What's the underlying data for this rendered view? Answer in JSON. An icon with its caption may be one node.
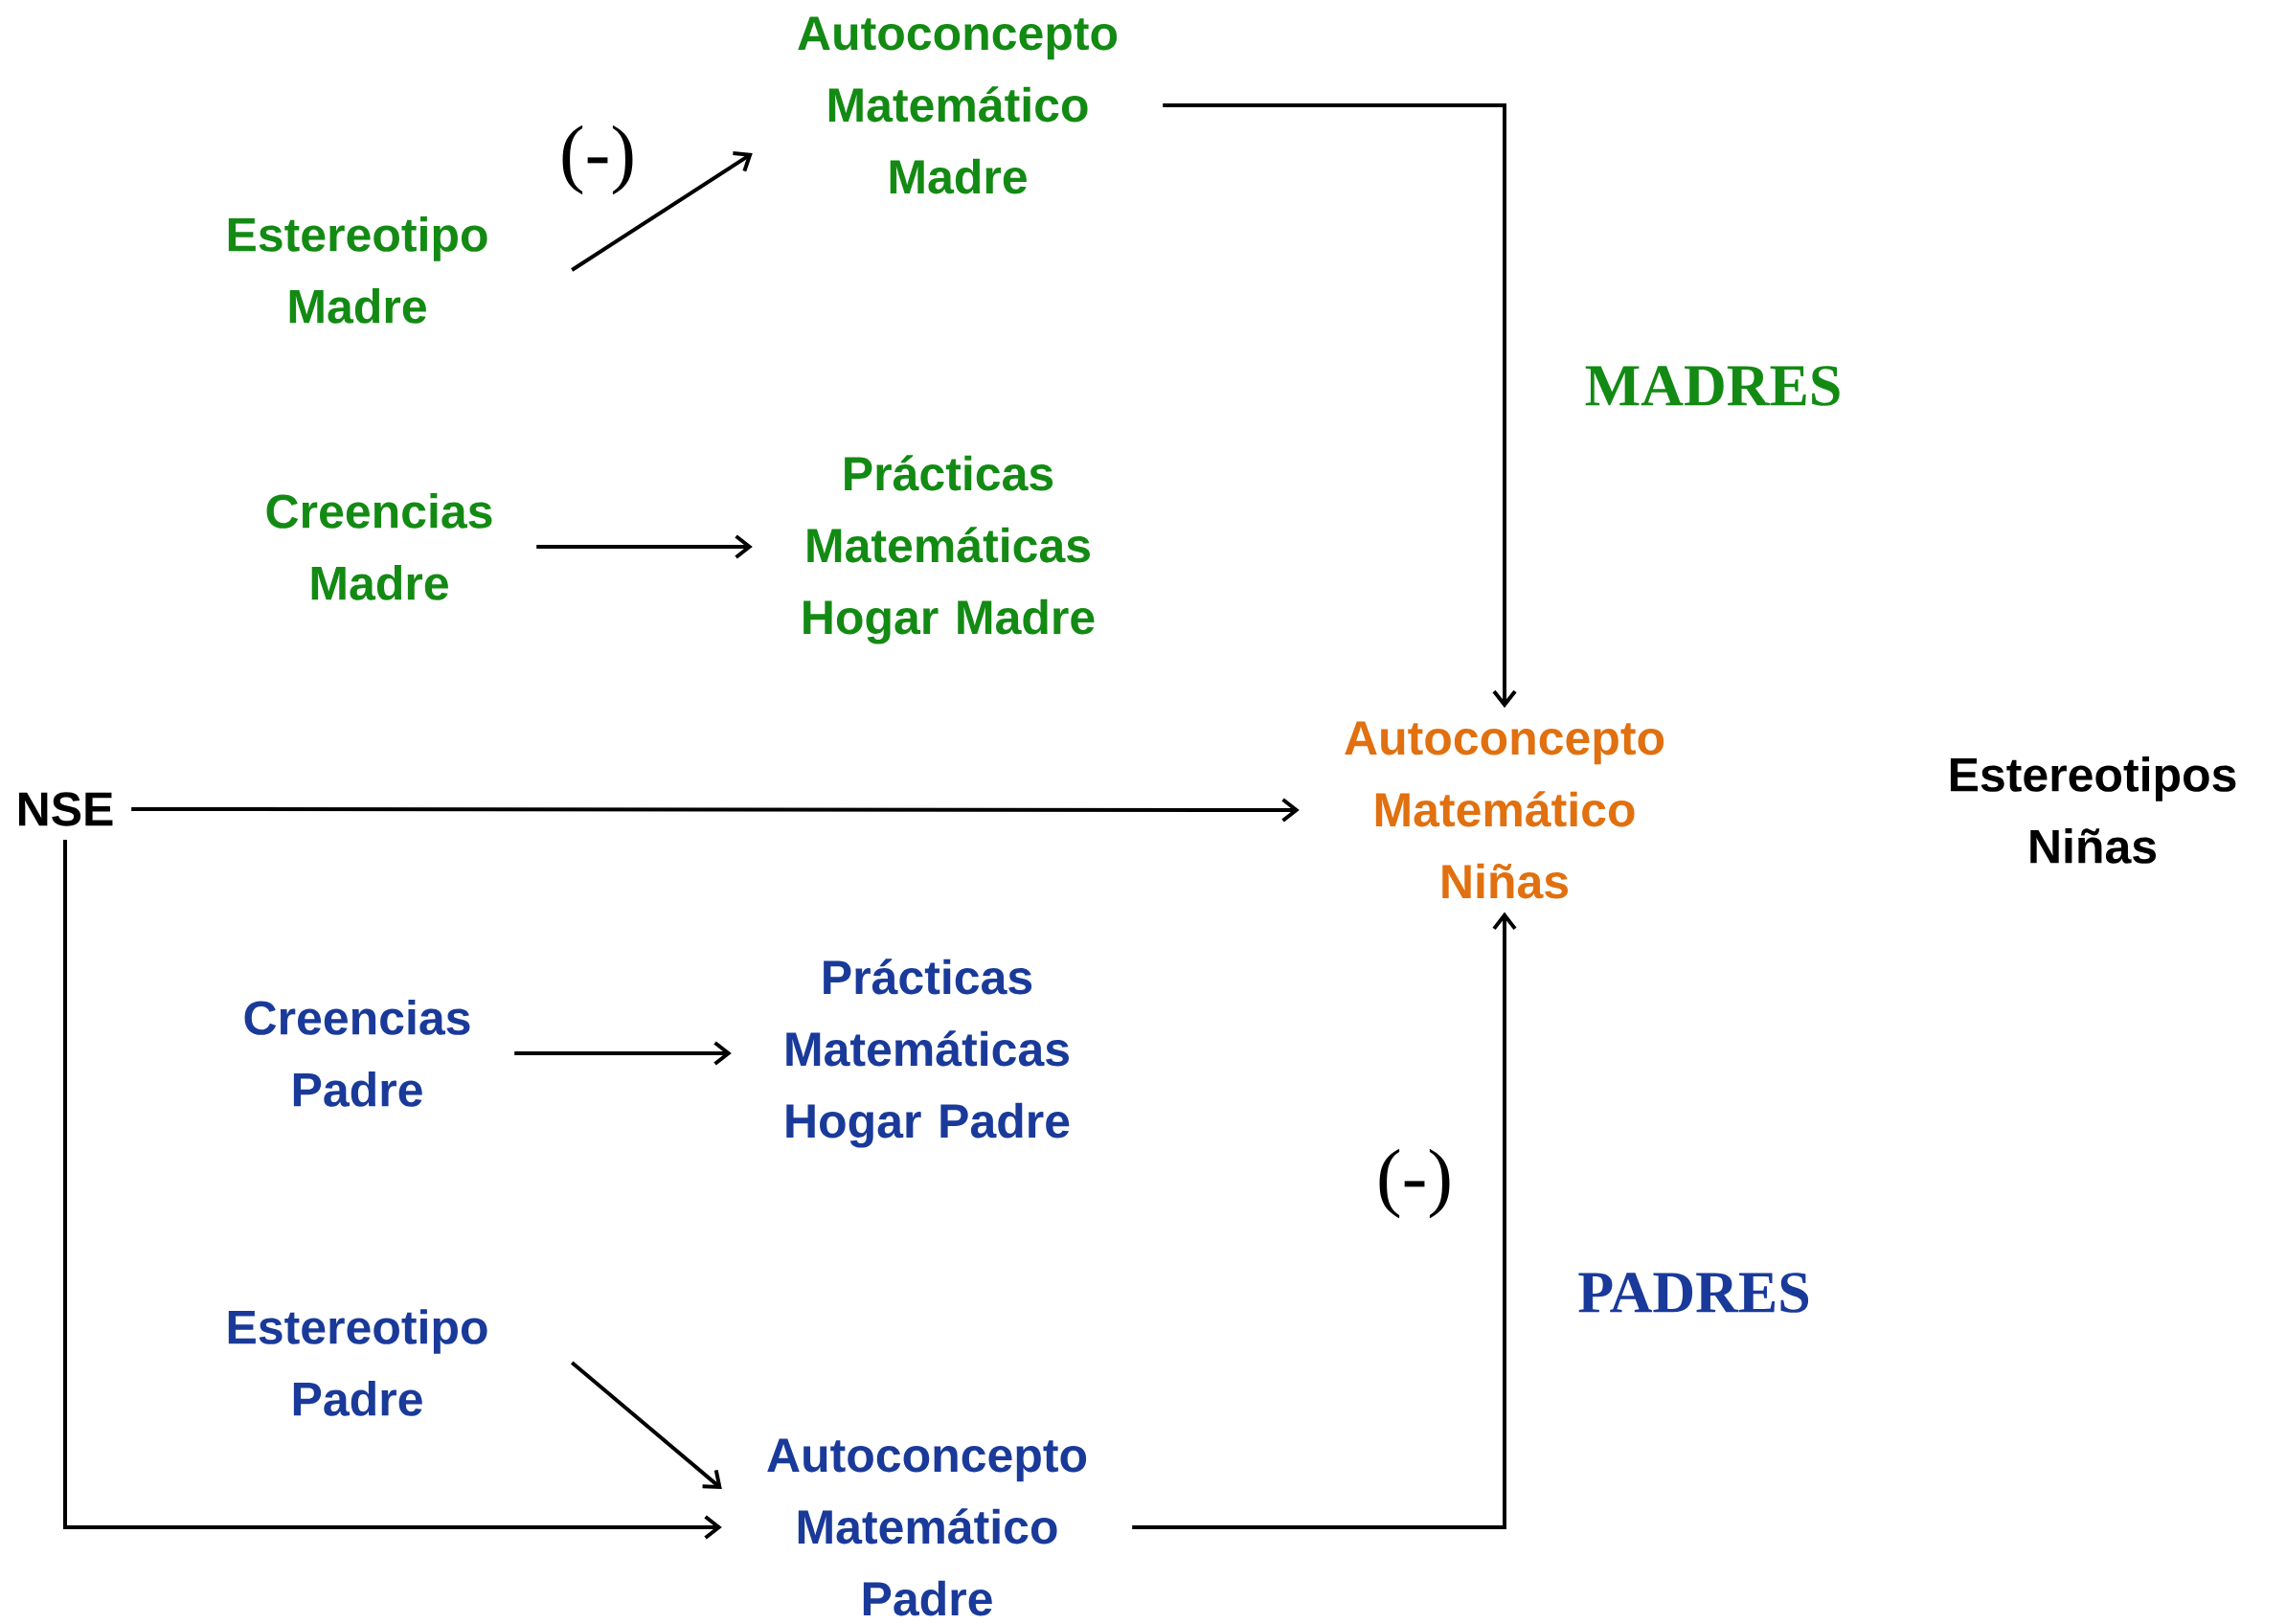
{
  "diagram": {
    "nodes": [
      {
        "text": [
          "Autoconcepto Matemático Madre"
        ]
      },
      {
        "text": [
          "Estereotipo Madre"
        ]
      },
      {
        "text": [
          "Creencias Madre"
        ]
      },
      {
        "text": [
          "Prácticas Matemáticas Hogar Madre"
        ]
      },
      {
        "text": [
          "NSE"
        ]
      },
      {
        "text": [
          "Autoconcepto Matemático Niñas"
        ]
      },
      {
        "text": [
          "Estereotipos Niñas"
        ]
      },
      {
        "text": [
          "Creencias Padre"
        ]
      },
      {
        "text": [
          "Prácticas Matemáticas Hogar Padre"
        ]
      },
      {
        "text": [
          "Estereotipo Padre"
        ]
      },
      {
        "text": [
          "Autoconcepto Matemático Padre"
        ]
      }
    ],
    "edges": [
      {
        "from": 1,
        "to": 0,
        "arrow": "to",
        "label": "(-)"
      },
      {
        "from": 2,
        "to": 3,
        "arrow": "to"
      },
      {
        "from": 4,
        "to": 5,
        "arrow": "to"
      },
      {
        "from": 0,
        "to": 5,
        "arrow": "to"
      },
      {
        "from": 10,
        "to": 5,
        "arrow": "to",
        "label": "(-)"
      },
      {
        "from": 7,
        "to": 8,
        "arrow": "to"
      },
      {
        "from": 9,
        "to": 10,
        "arrow": "to"
      },
      {
        "from": 4,
        "to": 10,
        "arrow": "to"
      }
    ],
    "labels": [
      "MADRES",
      "PADRES"
    ]
  }
}
